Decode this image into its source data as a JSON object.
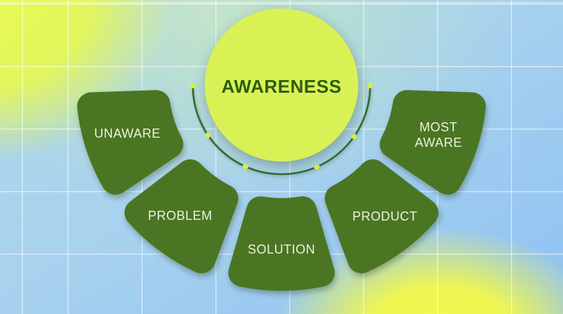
{
  "diagram": {
    "center_label": "AWARENESS",
    "segments": [
      {
        "label": "UNAWARE"
      },
      {
        "label": "PROBLEM"
      },
      {
        "label": "SOLUTION"
      },
      {
        "label": "PRODUCT"
      },
      {
        "label": "MOST AWARE",
        "line1": "MOST",
        "line2": "AWARE"
      }
    ]
  },
  "colors": {
    "segment": "#4a7623",
    "segment_text": "#ecf2e0",
    "circle": "#d9f155",
    "title_text": "#2d5d0f",
    "arc": "#2f6b33",
    "dot": "#d9f04e",
    "background_yellow": "#e6f95a",
    "background_teal": "#bfe0cf",
    "background_blue": "#8fc1f3",
    "grid_line": "#ffffff"
  }
}
